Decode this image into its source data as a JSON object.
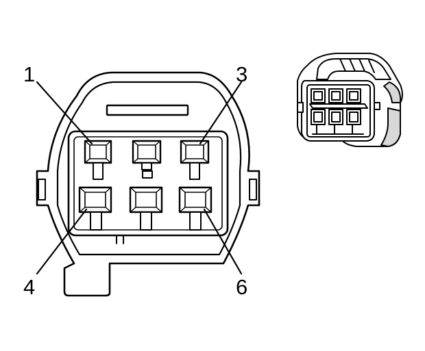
{
  "pin_labels": {
    "pin1": "1",
    "pin3": "3",
    "pin4": "4",
    "pin6": "6"
  },
  "colors": {
    "stroke": "#000000",
    "fill": "#ffffff",
    "shade": "#d8d8d8"
  }
}
